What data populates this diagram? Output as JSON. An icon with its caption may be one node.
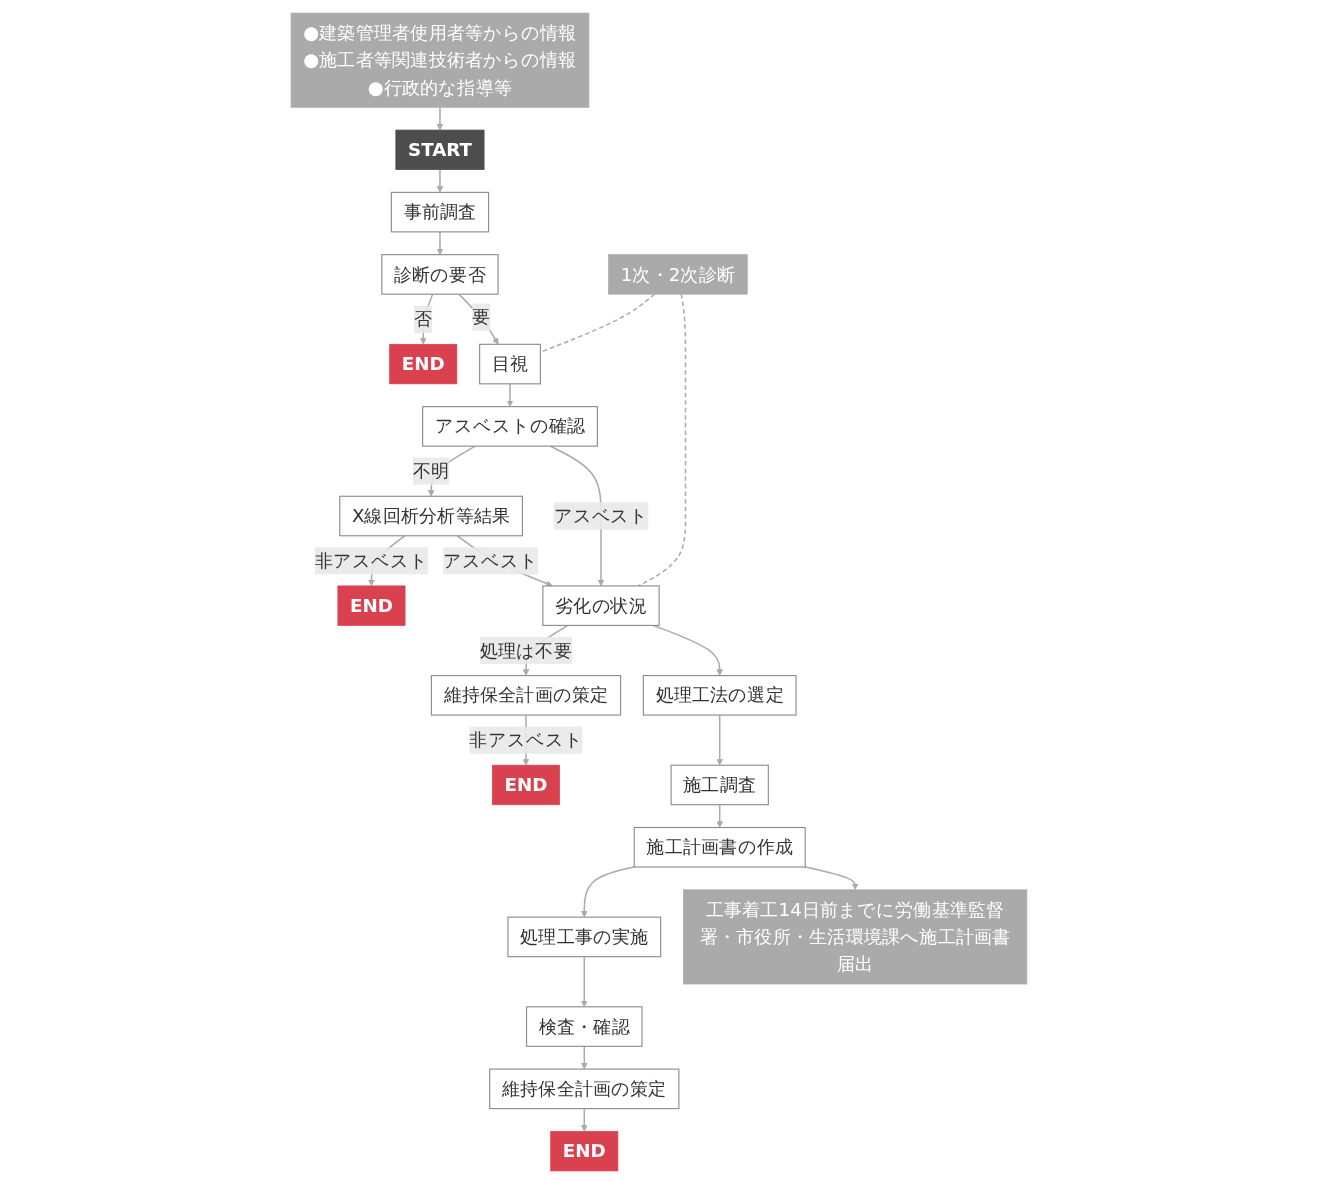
{
  "diagram": {
    "nodes": [
      {
        "text": [
          "●建築管理者使用者等からの情報",
          "●施工者等関連技術者からの情報",
          "●行政的な指導等"
        ]
      },
      {
        "text": [
          "START"
        ]
      },
      {
        "text": [
          "事前調査"
        ]
      },
      {
        "text": [
          "診断の要否"
        ]
      },
      {
        "text": [
          "END"
        ]
      },
      {
        "text": [
          "目視"
        ]
      },
      {
        "text": [
          "アスベストの確認"
        ]
      },
      {
        "text": [
          "X線回析分析等結果"
        ]
      },
      {
        "text": [
          "END"
        ]
      },
      {
        "text": [
          "劣化の状況"
        ]
      },
      {
        "text": [
          "維持保全計画の策定"
        ]
      },
      {
        "text": [
          "END"
        ]
      },
      {
        "text": [
          "処理工法の選定"
        ]
      },
      {
        "text": [
          "施工調査"
        ]
      },
      {
        "text": [
          "施工計画書の作成"
        ]
      },
      {
        "text": [
          "処理工事の実施"
        ]
      },
      {
        "text": [
          "検査・確認"
        ]
      },
      {
        "text": [
          "維持保全計画の策定"
        ]
      },
      {
        "text": [
          "END"
        ]
      },
      {
        "text": [
          "工事着工14日前までに労働基準監督署・市役所・生活環境課へ施工計画書届出"
        ]
      },
      {
        "text": [
          "1次・2次診断"
        ]
      }
    ],
    "edges": [
      {
        "from": 0,
        "to": 1,
        "arrow": "to"
      },
      {
        "from": 1,
        "to": 2,
        "arrow": "to"
      },
      {
        "from": 2,
        "to": 3,
        "arrow": "to"
      },
      {
        "from": 3,
        "to": 4,
        "arrow": "to",
        "label": "否"
      },
      {
        "from": 3,
        "to": 5,
        "arrow": "to",
        "label": "要"
      },
      {
        "from": 5,
        "to": 6,
        "arrow": "to"
      },
      {
        "from": 6,
        "to": 7,
        "arrow": "to",
        "label": "不明"
      },
      {
        "from": 7,
        "to": 8,
        "arrow": "to",
        "label": "非アスベスト"
      },
      {
        "from": 7,
        "to": 9,
        "arrow": "to",
        "label": "アスベスト"
      },
      {
        "from": 6,
        "to": 9,
        "arrow": "to",
        "label": "アスベスト"
      },
      {
        "from": 9,
        "to": 10,
        "arrow": "to",
        "label": "処理は不要"
      },
      {
        "from": 10,
        "to": 11,
        "arrow": "to",
        "label": "非アスベスト"
      },
      {
        "from": 9,
        "to": 12,
        "arrow": "to"
      },
      {
        "from": 12,
        "to": 13,
        "arrow": "to"
      },
      {
        "from": 13,
        "to": 14,
        "arrow": "to"
      },
      {
        "from": 14,
        "to": 15,
        "arrow": "to"
      },
      {
        "from": 14,
        "to": 19,
        "arrow": "to"
      },
      {
        "from": 15,
        "to": 16,
        "arrow": "to"
      },
      {
        "from": 16,
        "to": 17,
        "arrow": "to"
      },
      {
        "from": 17,
        "to": 18,
        "arrow": "to"
      },
      {
        "from": 20,
        "to": 5,
        "arrow": "none",
        "style": "dashed"
      },
      {
        "from": 20,
        "to": 9,
        "arrow": "none",
        "style": "dashed"
      }
    ]
  }
}
